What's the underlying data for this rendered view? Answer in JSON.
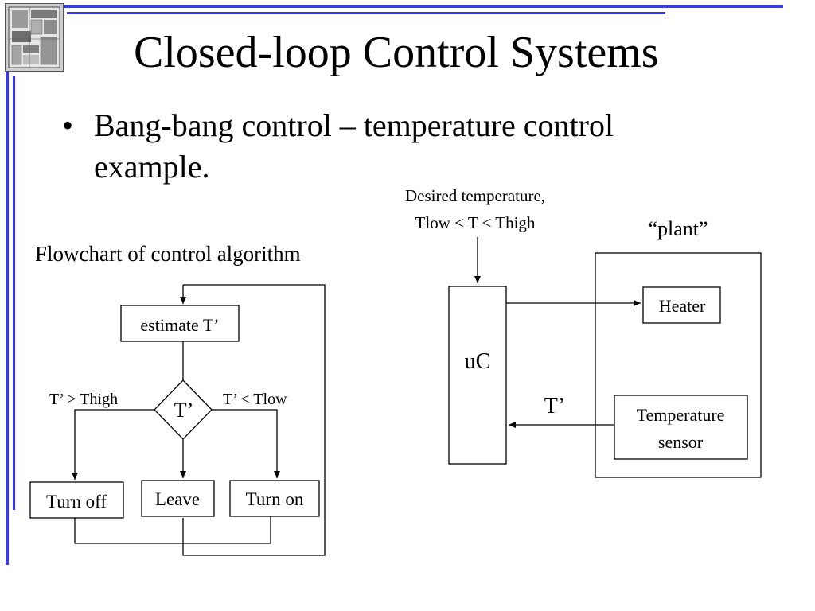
{
  "slide": {
    "title": "Closed-loop Control Systems",
    "bullet_marker": "•",
    "bullet_text": "Bang-bang control – temperature control example.",
    "accent_color": "#3a3ae8"
  },
  "flowchart": {
    "caption": "Flowchart of control algorithm",
    "estimate": "estimate T’",
    "decision": "T’",
    "branch_left": "T’ > Thigh",
    "branch_right": "T’ < Tlow",
    "turn_off": "Turn off",
    "leave": "Leave",
    "turn_on": "Turn on"
  },
  "block_diagram": {
    "desired_line1": "Desired temperature,",
    "desired_line2": "Tlow < T < Thigh",
    "plant_label": "“plant”",
    "controller": "uC",
    "heater": "Heater",
    "sensor_line1": "Temperature",
    "sensor_line2": "sensor",
    "feedback_label": "T’"
  },
  "icons": {
    "chip": "chip-die-photo-icon"
  }
}
